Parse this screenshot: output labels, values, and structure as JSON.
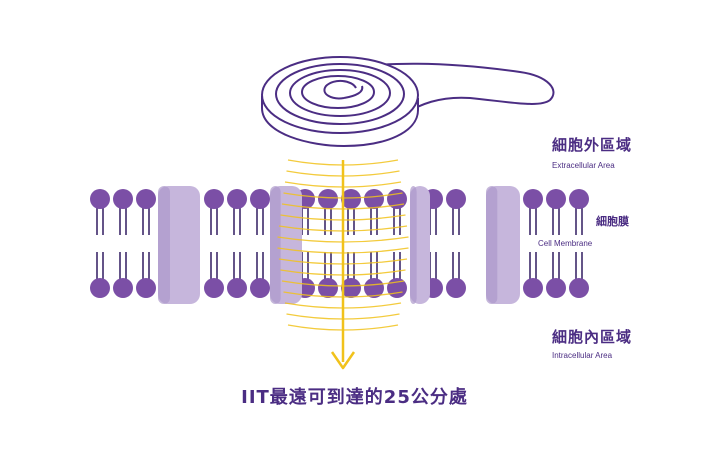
{
  "labels": {
    "extracellular_zh": "細胞外區域",
    "extracellular_en": "Extracellular Area",
    "membrane_zh": "細胞膜",
    "membrane_en": "Cell Membrane",
    "intracellular_zh": "細胞內區域",
    "intracellular_en": "Intracellular  Area",
    "caption": "IIT最遠可到達的25公分處"
  },
  "colors": {
    "lipid_head": "#7b4fa6",
    "lipid_tail": "#3d2a6b",
    "protein": "#c6b6dc",
    "protein_dark": "#ad98cb",
    "field": "#f1c21b",
    "text": "#4b2d83",
    "device_stroke": "#4b2d83"
  },
  "icons": {
    "device": "coil-device-icon",
    "arrow": "down-arrow-icon"
  }
}
